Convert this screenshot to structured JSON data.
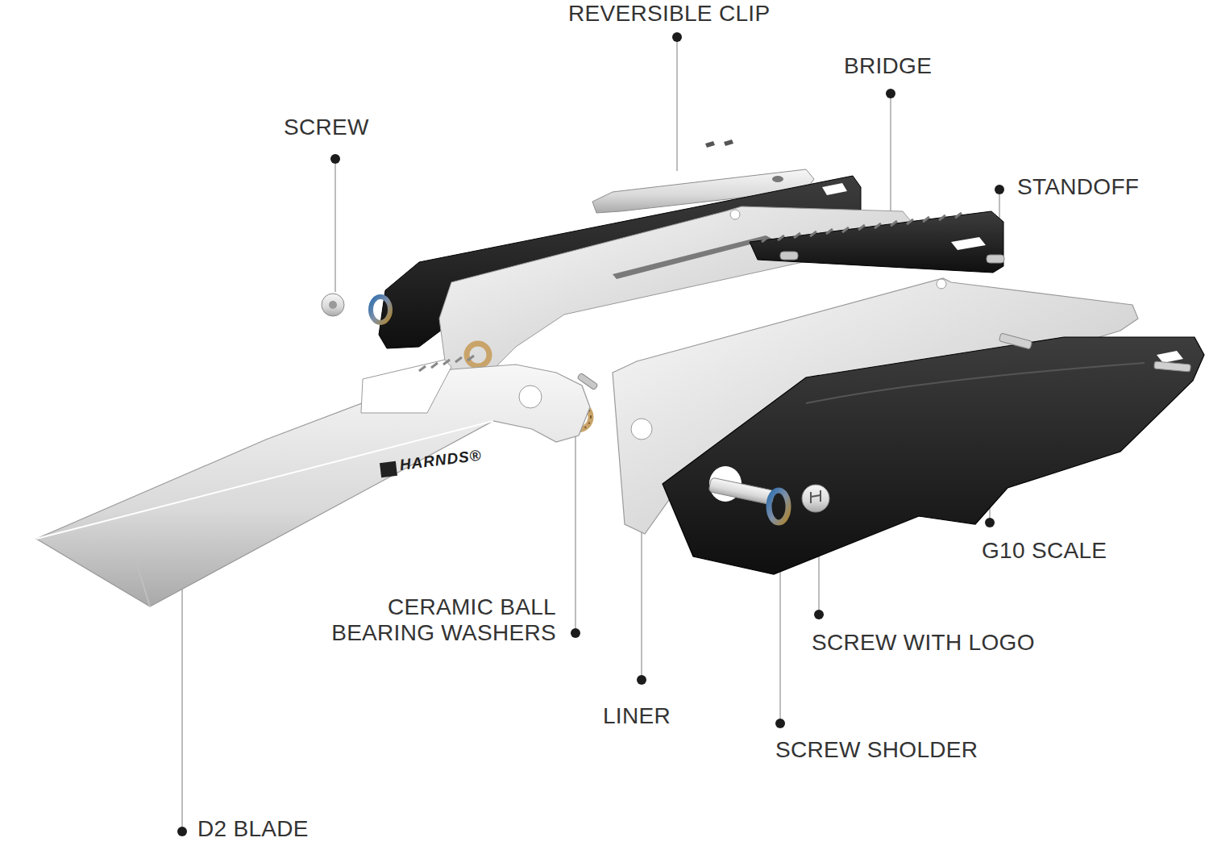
{
  "diagram": {
    "labels": [
      "REVERSIBLE CLIP",
      "BRIDGE",
      "SCREW",
      "STANDOFF",
      "HARNDS®",
      "CERAMIC BALL BEARING WASHERS",
      "LINER",
      "SCREW WITH LOGO",
      "G10 SCALE",
      "SCREW SHOLDER",
      "D2 BLADE"
    ]
  }
}
